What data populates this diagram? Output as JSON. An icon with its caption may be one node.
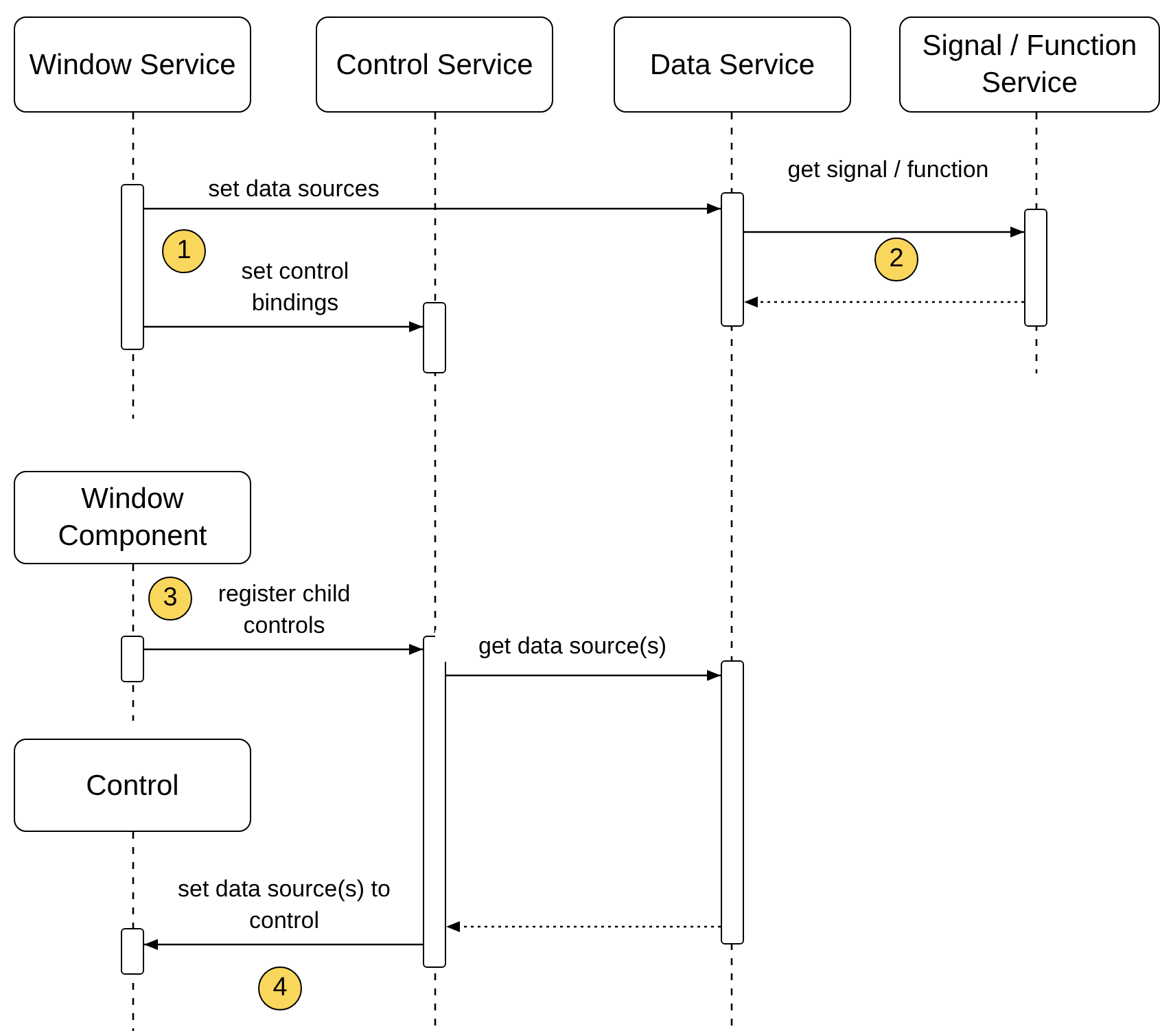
{
  "diagram": {
    "nodes": [
      {
        "text": [
          "Window Service"
        ]
      },
      {
        "text": [
          "Control Service"
        ]
      },
      {
        "text": [
          "Data Service"
        ]
      },
      {
        "text": [
          "Signal / Function Service"
        ]
      },
      {
        "text": [],
        "shape": "bar"
      },
      {
        "text": [],
        "shape": "bar"
      },
      {
        "text": [],
        "shape": "bar"
      },
      {
        "text": [
          "1"
        ]
      },
      {
        "text": [
          "2"
        ]
      },
      {
        "text": [],
        "shape": "bar"
      },
      {
        "text": [
          "Window Component"
        ]
      },
      {
        "text": [
          "3"
        ]
      },
      {
        "text": [],
        "shape": "bar"
      },
      {
        "text": [],
        "shape": "bar"
      },
      {
        "text": [],
        "shape": "bar"
      },
      {
        "text": [
          "Control"
        ]
      },
      {
        "text": [],
        "shape": "bar"
      },
      {
        "text": [
          "4"
        ]
      }
    ],
    "edges": [
      {
        "from": 4,
        "to": 5,
        "arrow": "to",
        "label": "set data sources"
      },
      {
        "from": 5,
        "to": 6,
        "arrow": "to",
        "label": "get signal / function"
      },
      {
        "from": 6,
        "to": 5,
        "arrow": "to",
        "style": "dashed"
      },
      {
        "from": 4,
        "to": 9,
        "arrow": "to",
        "label": "set control bindings"
      },
      {
        "from": 12,
        "to": 13,
        "arrow": "to",
        "label": "register child controls"
      },
      {
        "from": 13,
        "to": 14,
        "arrow": "to",
        "label": "get data source(s)"
      },
      {
        "from": 14,
        "to": 13,
        "arrow": "to",
        "style": "dashed"
      },
      {
        "from": 13,
        "to": 16,
        "arrow": "to",
        "label": "set data source(s) to control"
      }
    ]
  }
}
